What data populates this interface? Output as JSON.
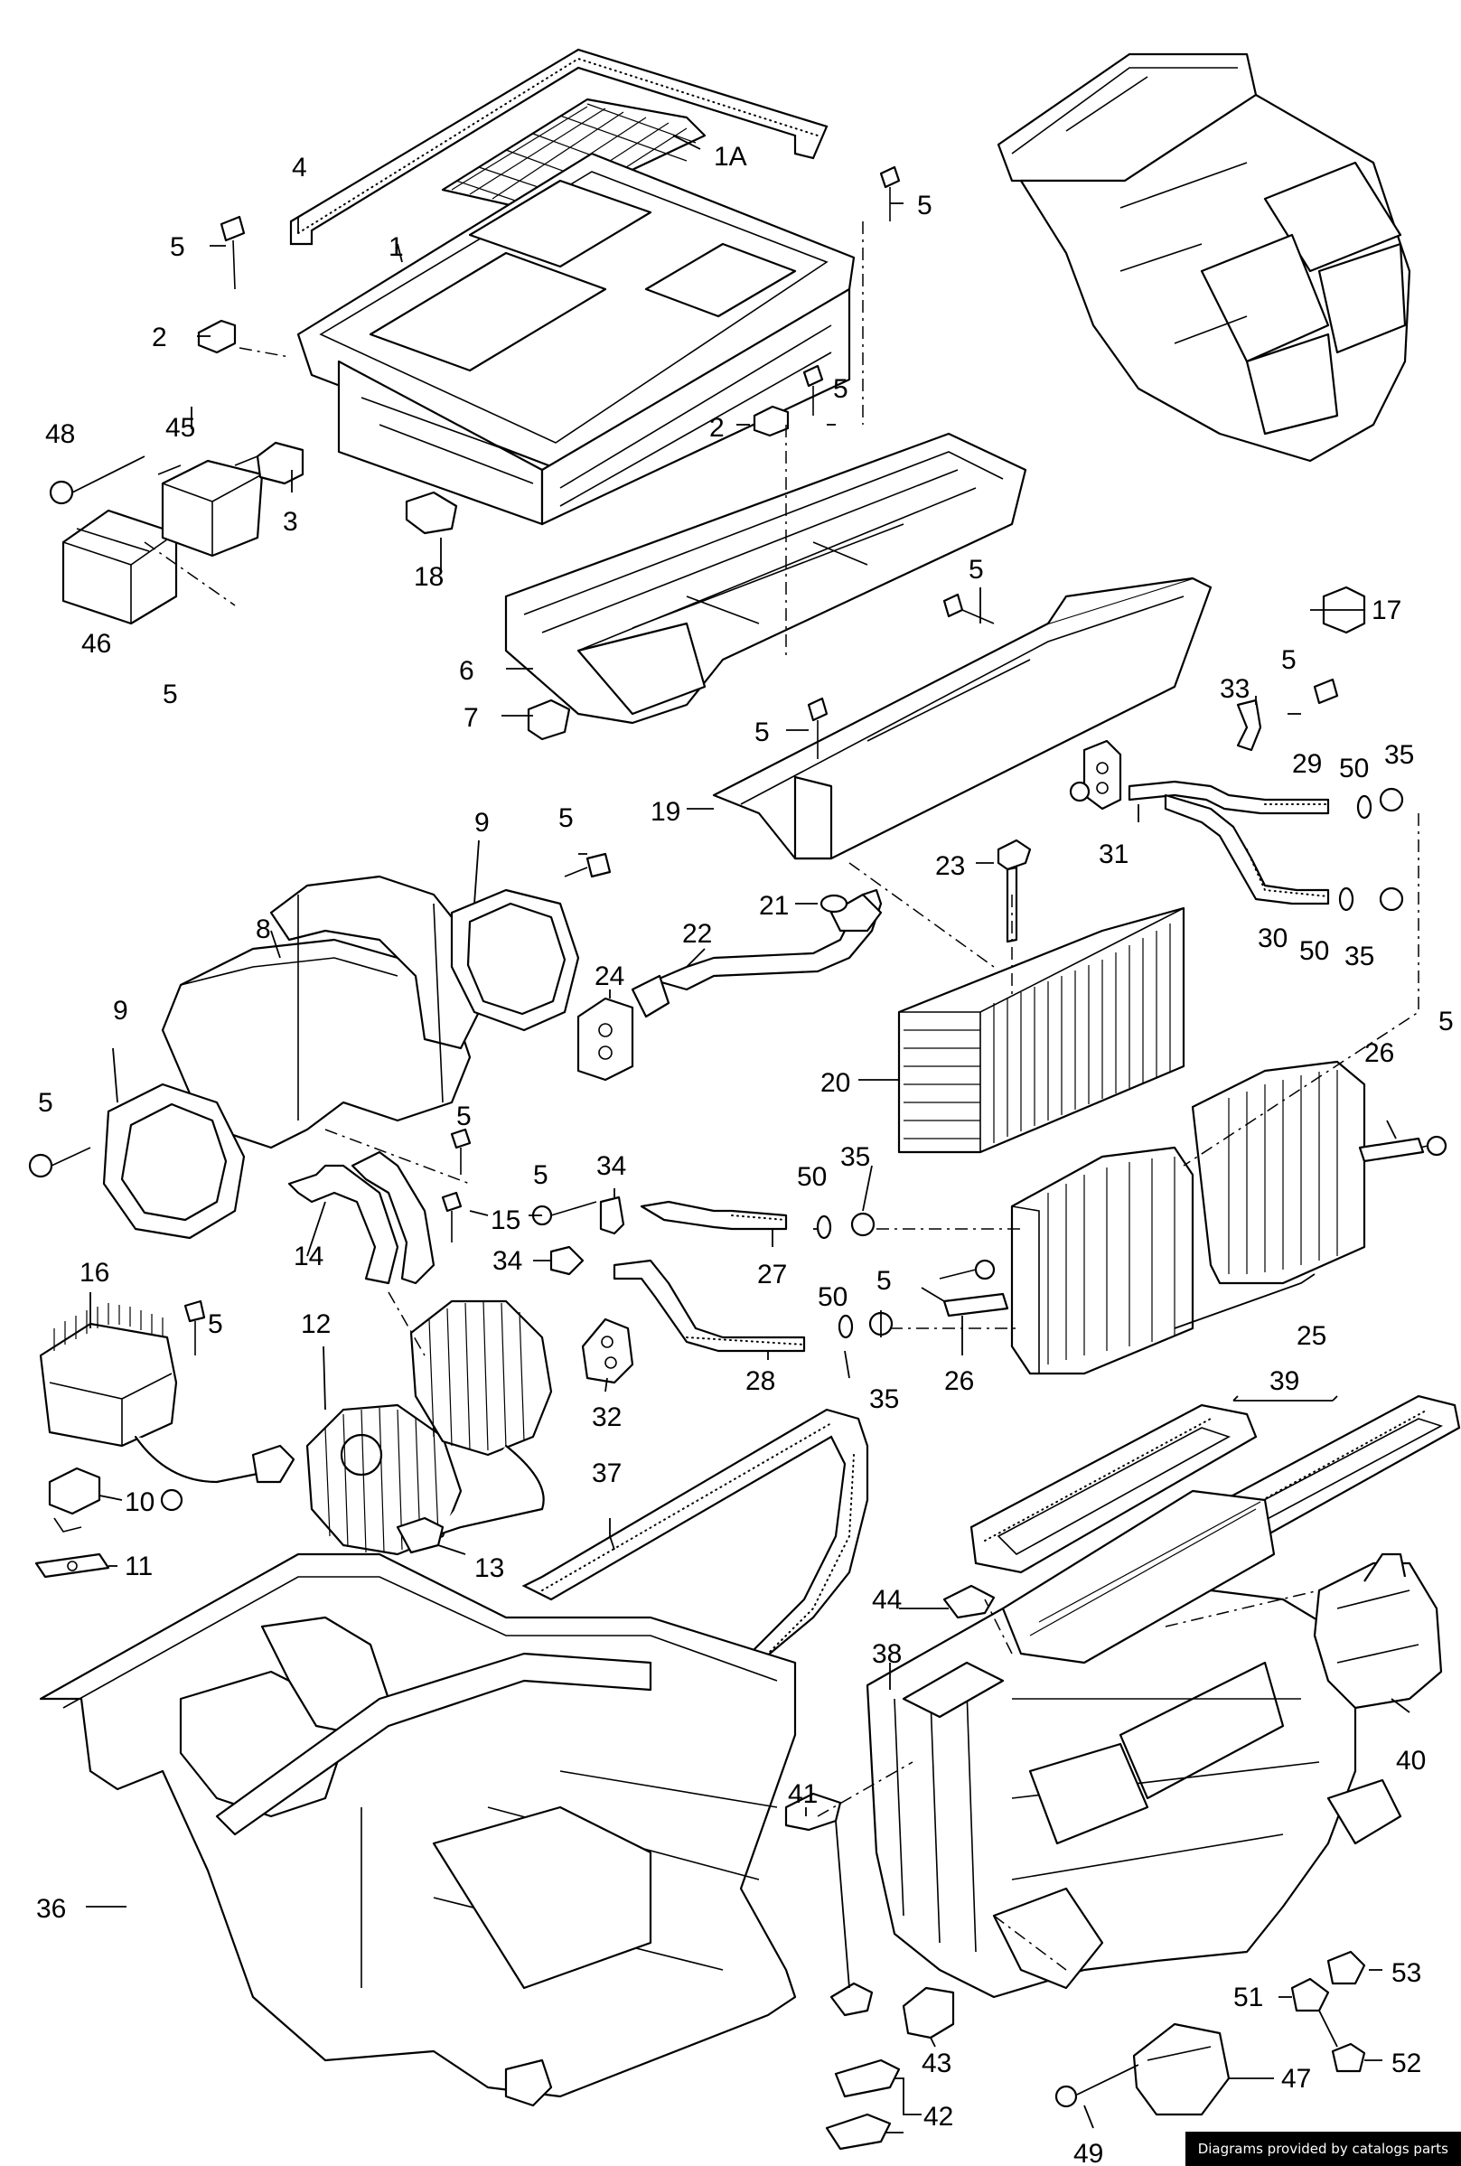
{
  "callouts": {
    "c1": "1",
    "c1a": "1A",
    "c2": "2",
    "c3": "3",
    "c4": "4",
    "c5": "5",
    "c6": "6",
    "c7": "7",
    "c8": "8",
    "c9": "9",
    "c10": "10",
    "c11": "11",
    "c12": "12",
    "c13": "13",
    "c14": "14",
    "c15": "15",
    "c16": "16",
    "c17": "17",
    "c18": "18",
    "c19": "19",
    "c20": "20",
    "c21": "21",
    "c22": "22",
    "c23": "23",
    "c24": "24",
    "c25": "25",
    "c26": "26",
    "c27": "27",
    "c28": "28",
    "c29": "29",
    "c30": "30",
    "c31": "31",
    "c32": "32",
    "c33": "33",
    "c34": "34",
    "c35": "35",
    "c36": "36",
    "c37": "37",
    "c38": "38",
    "c39": "39",
    "c40": "40",
    "c41": "41",
    "c42": "42",
    "c43": "43",
    "c44": "44",
    "c45": "45",
    "c46": "46",
    "c47": "47",
    "c48": "48",
    "c49": "49",
    "c50": "50",
    "c51": "51",
    "c52": "52",
    "c53": "53"
  },
  "credit": "Diagrams provided by catalogs parts",
  "colors": {
    "ink": "#000000",
    "paper": "#ffffff"
  }
}
